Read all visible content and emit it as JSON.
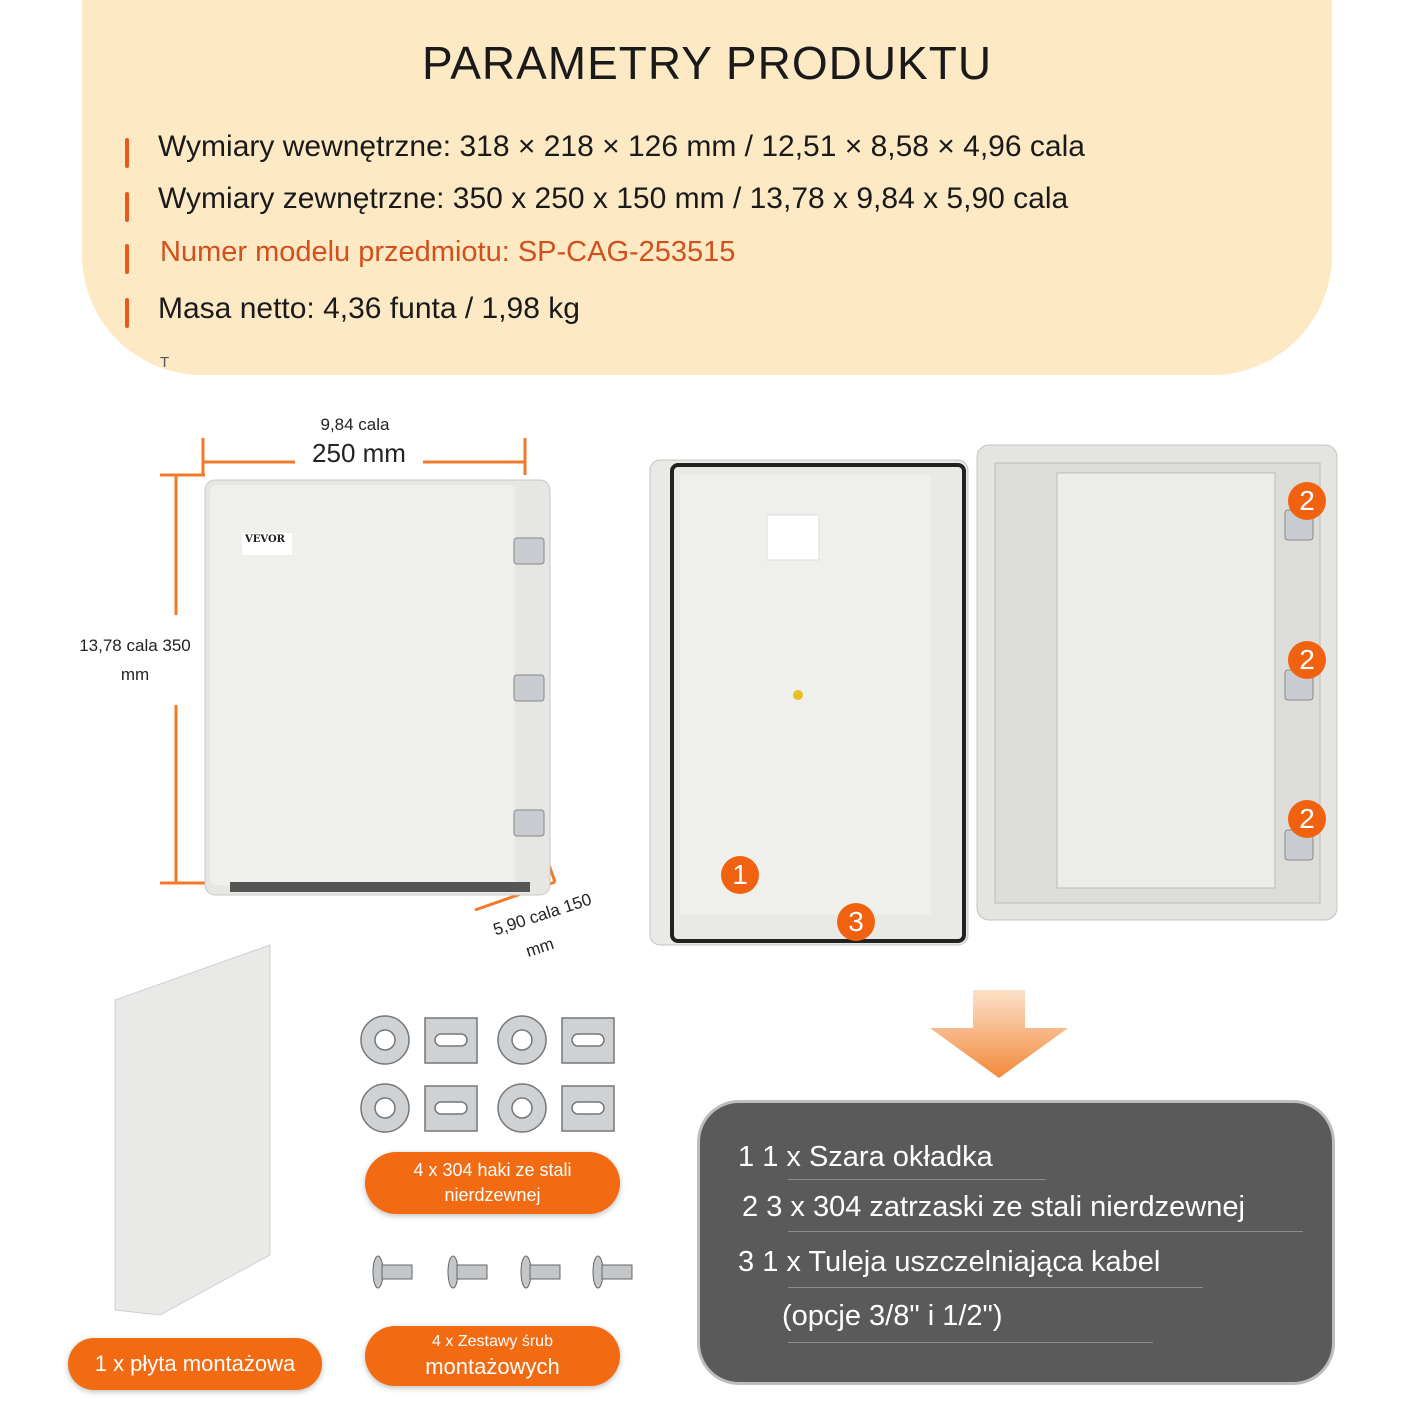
{
  "header": {
    "title": "PARAMETRY PRODUKTU"
  },
  "specs": [
    "Wymiary wewnętrzne: 318 × 218 × 126 mm / 12,51 × 8,58 × 4,96 cala",
    "Wymiary zewnętrzne: 350 x 250 x 150 mm / 13,78 x 9,84 x 5,90 cala",
    "Numer modelu przedmiotu: SP-CAG-253515",
    "Masa netto: 4,36 funta / 1,98 kg"
  ],
  "stray_mark": "T",
  "dimensions": {
    "width_in": "9,84 cala",
    "width_mm": "250 mm",
    "height_line1": "13,78 cala 350",
    "height_line2": "mm",
    "depth_line1": "5,90 cala 150",
    "depth_line2": "mm"
  },
  "brand": "VEVOR",
  "badges": [
    "1",
    "2",
    "2",
    "2",
    "3"
  ],
  "accessories": {
    "plate": "1 x płyta montażowa",
    "hooks_line1": "4 x 304 haki ze stali",
    "hooks_line2": "nierdzewnej",
    "screws_line1": "4 x Zestawy śrub",
    "screws_line2": "montażowych"
  },
  "package": [
    {
      "num": "1",
      "text": "1 x Szara okładka"
    },
    {
      "num": "2",
      "text": "3 x 304 zatrzaski ze stali nierdzewnej"
    },
    {
      "num": "3",
      "text": "1 x Tuleja uszczelniająca kabel"
    },
    {
      "num": "",
      "text": "(opcje 3/8\" i 1/2\")"
    }
  ],
  "colors": {
    "accent": "#f26a12",
    "panel": "#5a5a5a",
    "header_bg": "#fde9c4"
  }
}
